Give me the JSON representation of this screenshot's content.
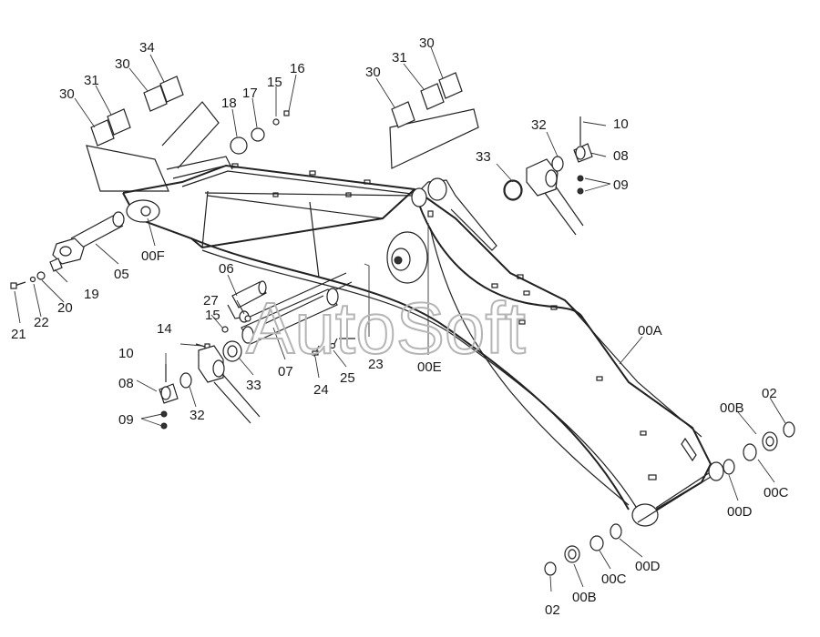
{
  "watermark": "AutoSoft",
  "labels": {
    "l00A": "00A",
    "l00B_r": "00B",
    "l02_r": "02",
    "l00C_r": "00C",
    "l00D_r": "00D",
    "l02_b": "02",
    "l00B_b": "00B",
    "l00C_b": "00C",
    "l00D_b": "00D",
    "l00E": "00E",
    "l00F": "00F",
    "l05": "05",
    "l06": "06",
    "l07": "07",
    "l08_l": "08",
    "l08_r": "08",
    "l09_l": "09",
    "l09_r": "09",
    "l10_l": "10",
    "l10_r": "10",
    "l14": "14",
    "l15_a": "15",
    "l15_b": "15",
    "l16": "16",
    "l17": "17",
    "l18": "18",
    "l19": "19",
    "l20": "20",
    "l21": "21",
    "l22": "22",
    "l23": "23",
    "l24": "24",
    "l25": "25",
    "l27": "27",
    "l30_a": "30",
    "l30_b": "30",
    "l30_c": "30",
    "l30_d": "30",
    "l31_a": "31",
    "l31_b": "31",
    "l32_l": "32",
    "l32_r": "32",
    "l33_l": "33",
    "l33_r": "33",
    "l34": "34"
  }
}
